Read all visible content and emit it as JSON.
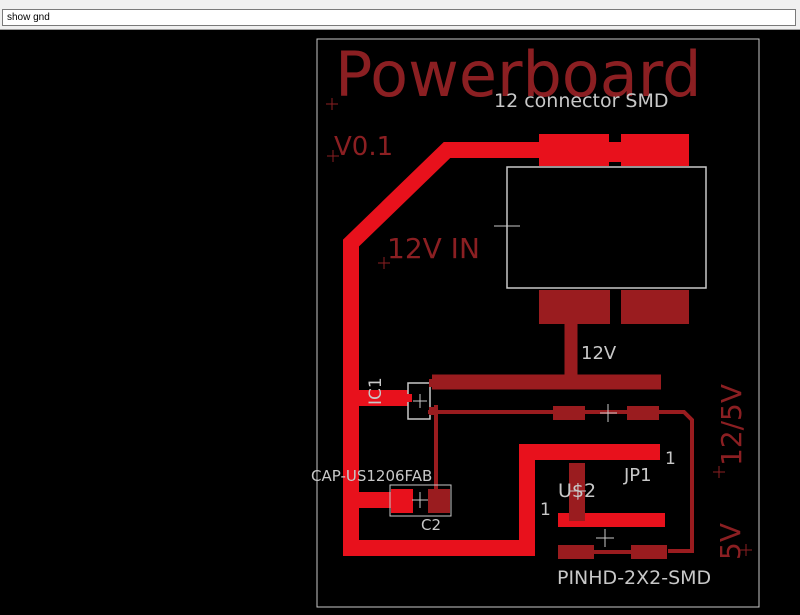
{
  "command_bar": {
    "command_value": "show gnd"
  },
  "board": {
    "title": "Powerboard",
    "version": "V0.1",
    "connector_name": "12 connector SMD",
    "input_label": "12V IN",
    "net_12v": "12V",
    "voltage_select_label": "12/5V",
    "net_5v": "5V",
    "ic_name": "IC1",
    "cap_package": "CAP-US1206FAB",
    "cap_name": "C2",
    "jumper_name": "JP1",
    "jumper_pin1": "1",
    "header_name": "U$2",
    "header_pin1": "1",
    "header_package": "PINHD-2X2-SMD"
  },
  "colors": {
    "background": "#000000",
    "top_copper": "#e8111c",
    "pad_dim": "#9a1c1f",
    "silk_text": "#8b1f22",
    "outline": "#c8c8c8",
    "label_text": "#c8c8c8"
  }
}
